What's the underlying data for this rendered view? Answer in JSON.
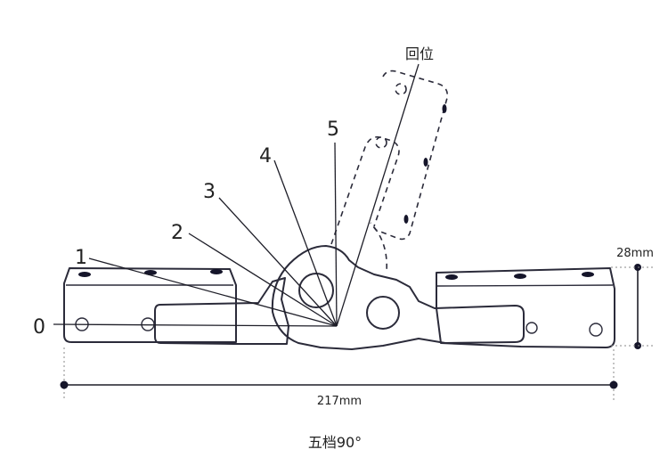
{
  "positions": {
    "p0": "0",
    "p1": "1",
    "p2": "2",
    "p3": "3",
    "p4": "4",
    "p5": "5",
    "return": "回位"
  },
  "dimensions": {
    "length": "217mm",
    "height": "28mm"
  },
  "caption": "五档90°"
}
